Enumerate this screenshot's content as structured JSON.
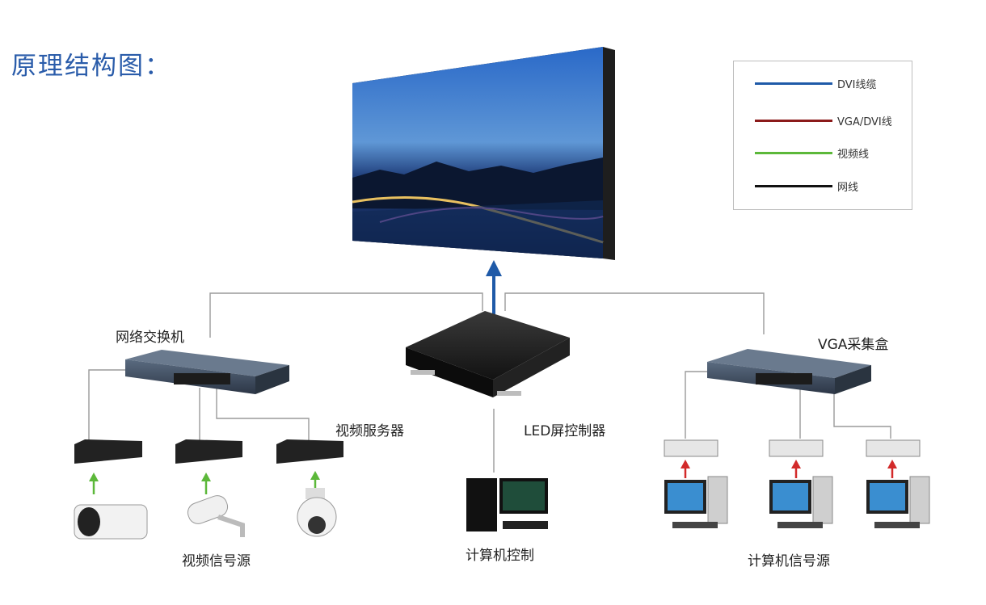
{
  "title": "原理结构图：",
  "legend": {
    "items": [
      {
        "label": "DVI线缆",
        "color": "#1f5aa8"
      },
      {
        "label": "VGA/DVI线",
        "color": "#8b1a1a"
      },
      {
        "label": "视频线",
        "color": "#5cb83a"
      },
      {
        "label": "网线",
        "color": "#111111"
      }
    ]
  },
  "labels": {
    "network_switch": "网络交换机",
    "video_server": "视频服务器",
    "video_source": "视频信号源",
    "led_controller": "LED屏控制器",
    "pc_control": "计算机控制",
    "vga_box": "VGA采集盒",
    "pc_source": "计算机信号源"
  }
}
